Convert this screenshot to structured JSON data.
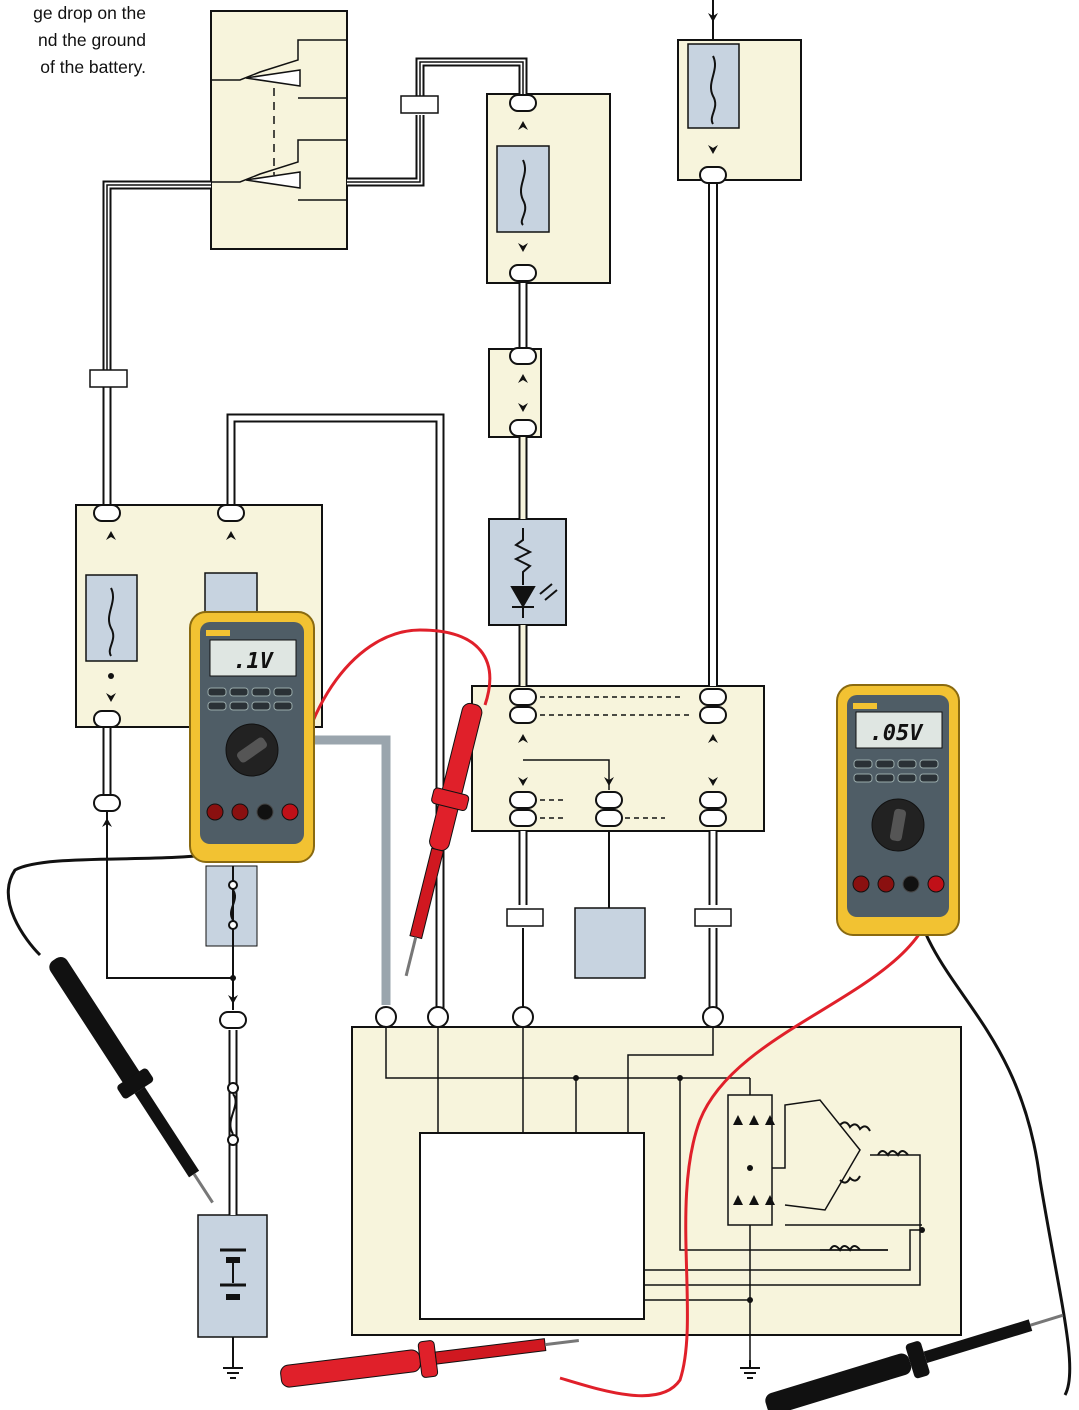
{
  "caption": {
    "lines": [
      "ge drop on the",
      "nd the ground",
      "of the battery."
    ]
  },
  "meter_left": {
    "reading": ".1V"
  },
  "meter_right": {
    "reading": ".05V"
  },
  "colors": {
    "panel_fill": "#f7f4dc",
    "component_fill": "#c7d3e0",
    "meter_body": "#f2c232",
    "meter_face": "#4f5d66",
    "lead_red": "#e0202a",
    "lead_black": "#111111",
    "wire_shadow": "#9aa5ad"
  }
}
